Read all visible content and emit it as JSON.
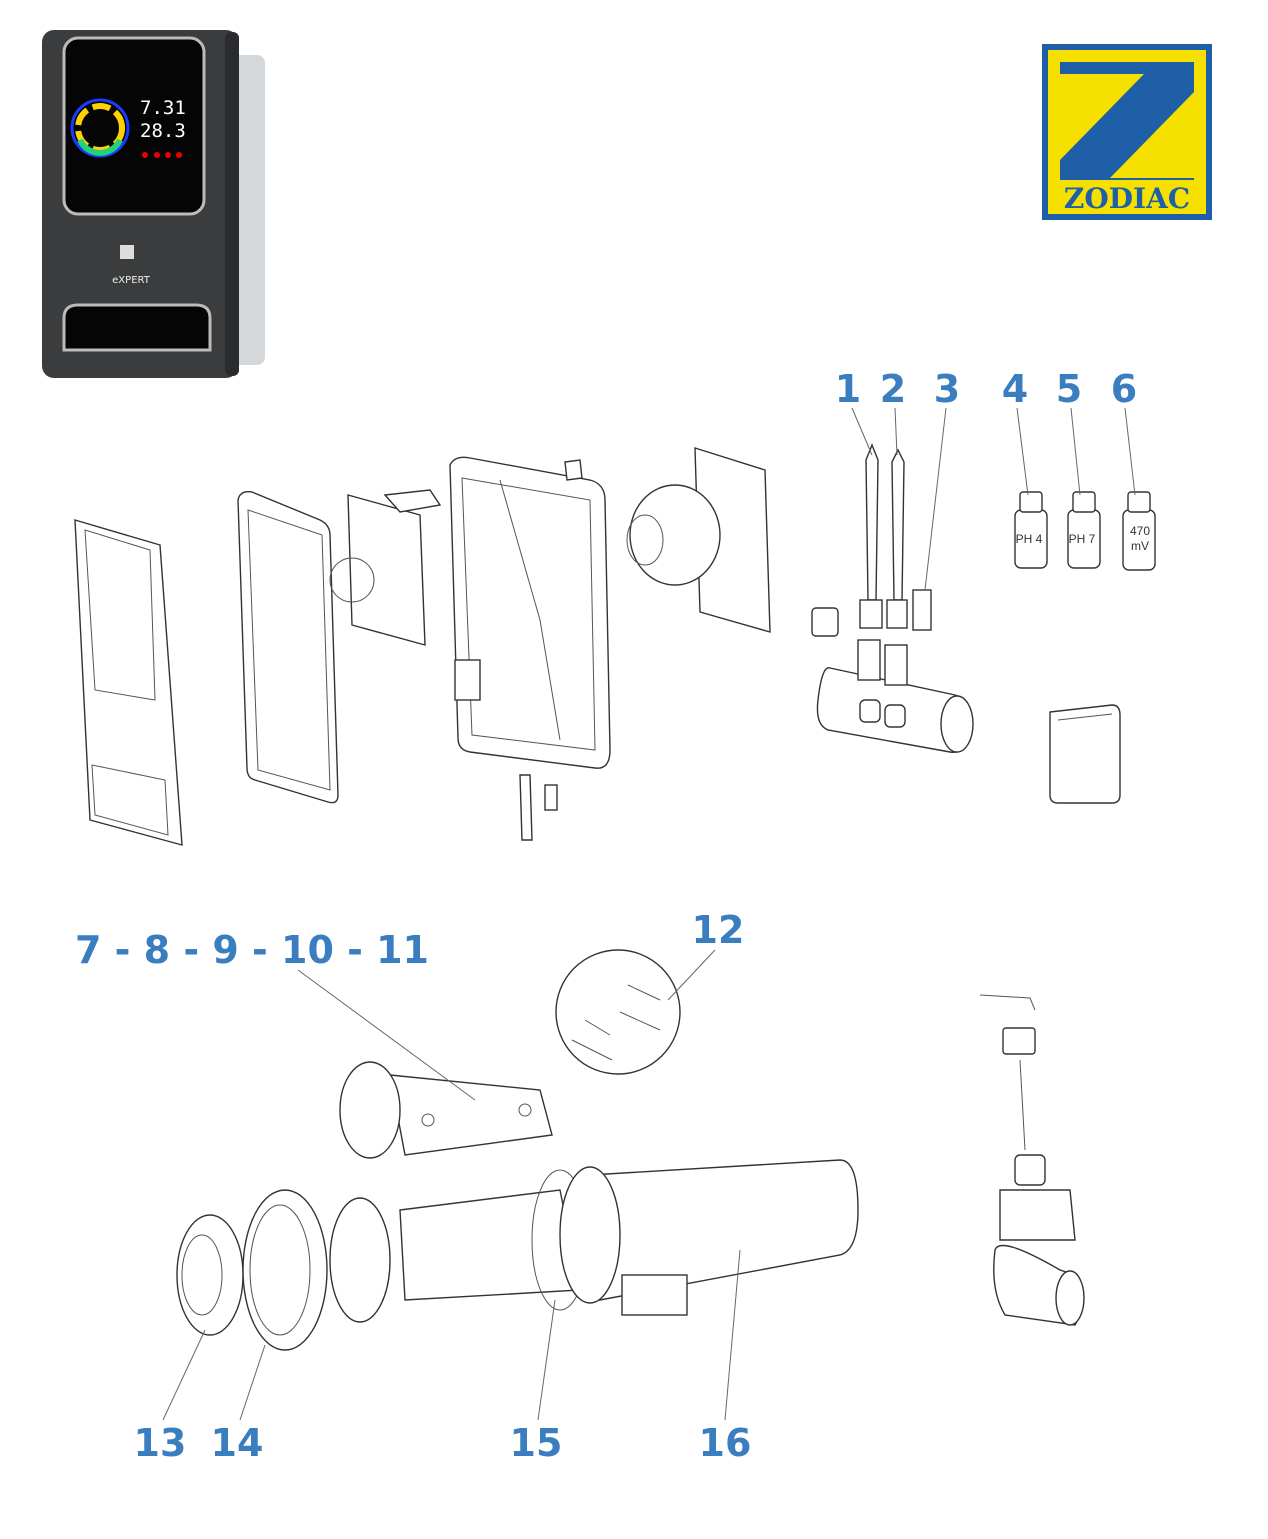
{
  "product": {
    "brand": "ZODIAC",
    "model": "eXPERT",
    "display": {
      "ph_value": "7.31",
      "temp_value": "28.3"
    }
  },
  "logo": {
    "text": "ZODIAC",
    "colors": {
      "blue": "#1f5fa8",
      "yellow": "#f5e000"
    }
  },
  "callouts": {
    "c1": "1",
    "c2": "2",
    "c3": "3",
    "c4": "4",
    "c5": "5",
    "c6": "6",
    "c7_11": "7 - 8 - 9 - 10 - 11",
    "c12": "12",
    "c13": "13",
    "c14": "14",
    "c15": "15",
    "c16": "16"
  },
  "bottles": {
    "b4": "PH 4",
    "b5": "PH 7",
    "b6_line1": "470",
    "b6_line2": "mV"
  },
  "colors": {
    "callout": "#3a7ebf"
  }
}
